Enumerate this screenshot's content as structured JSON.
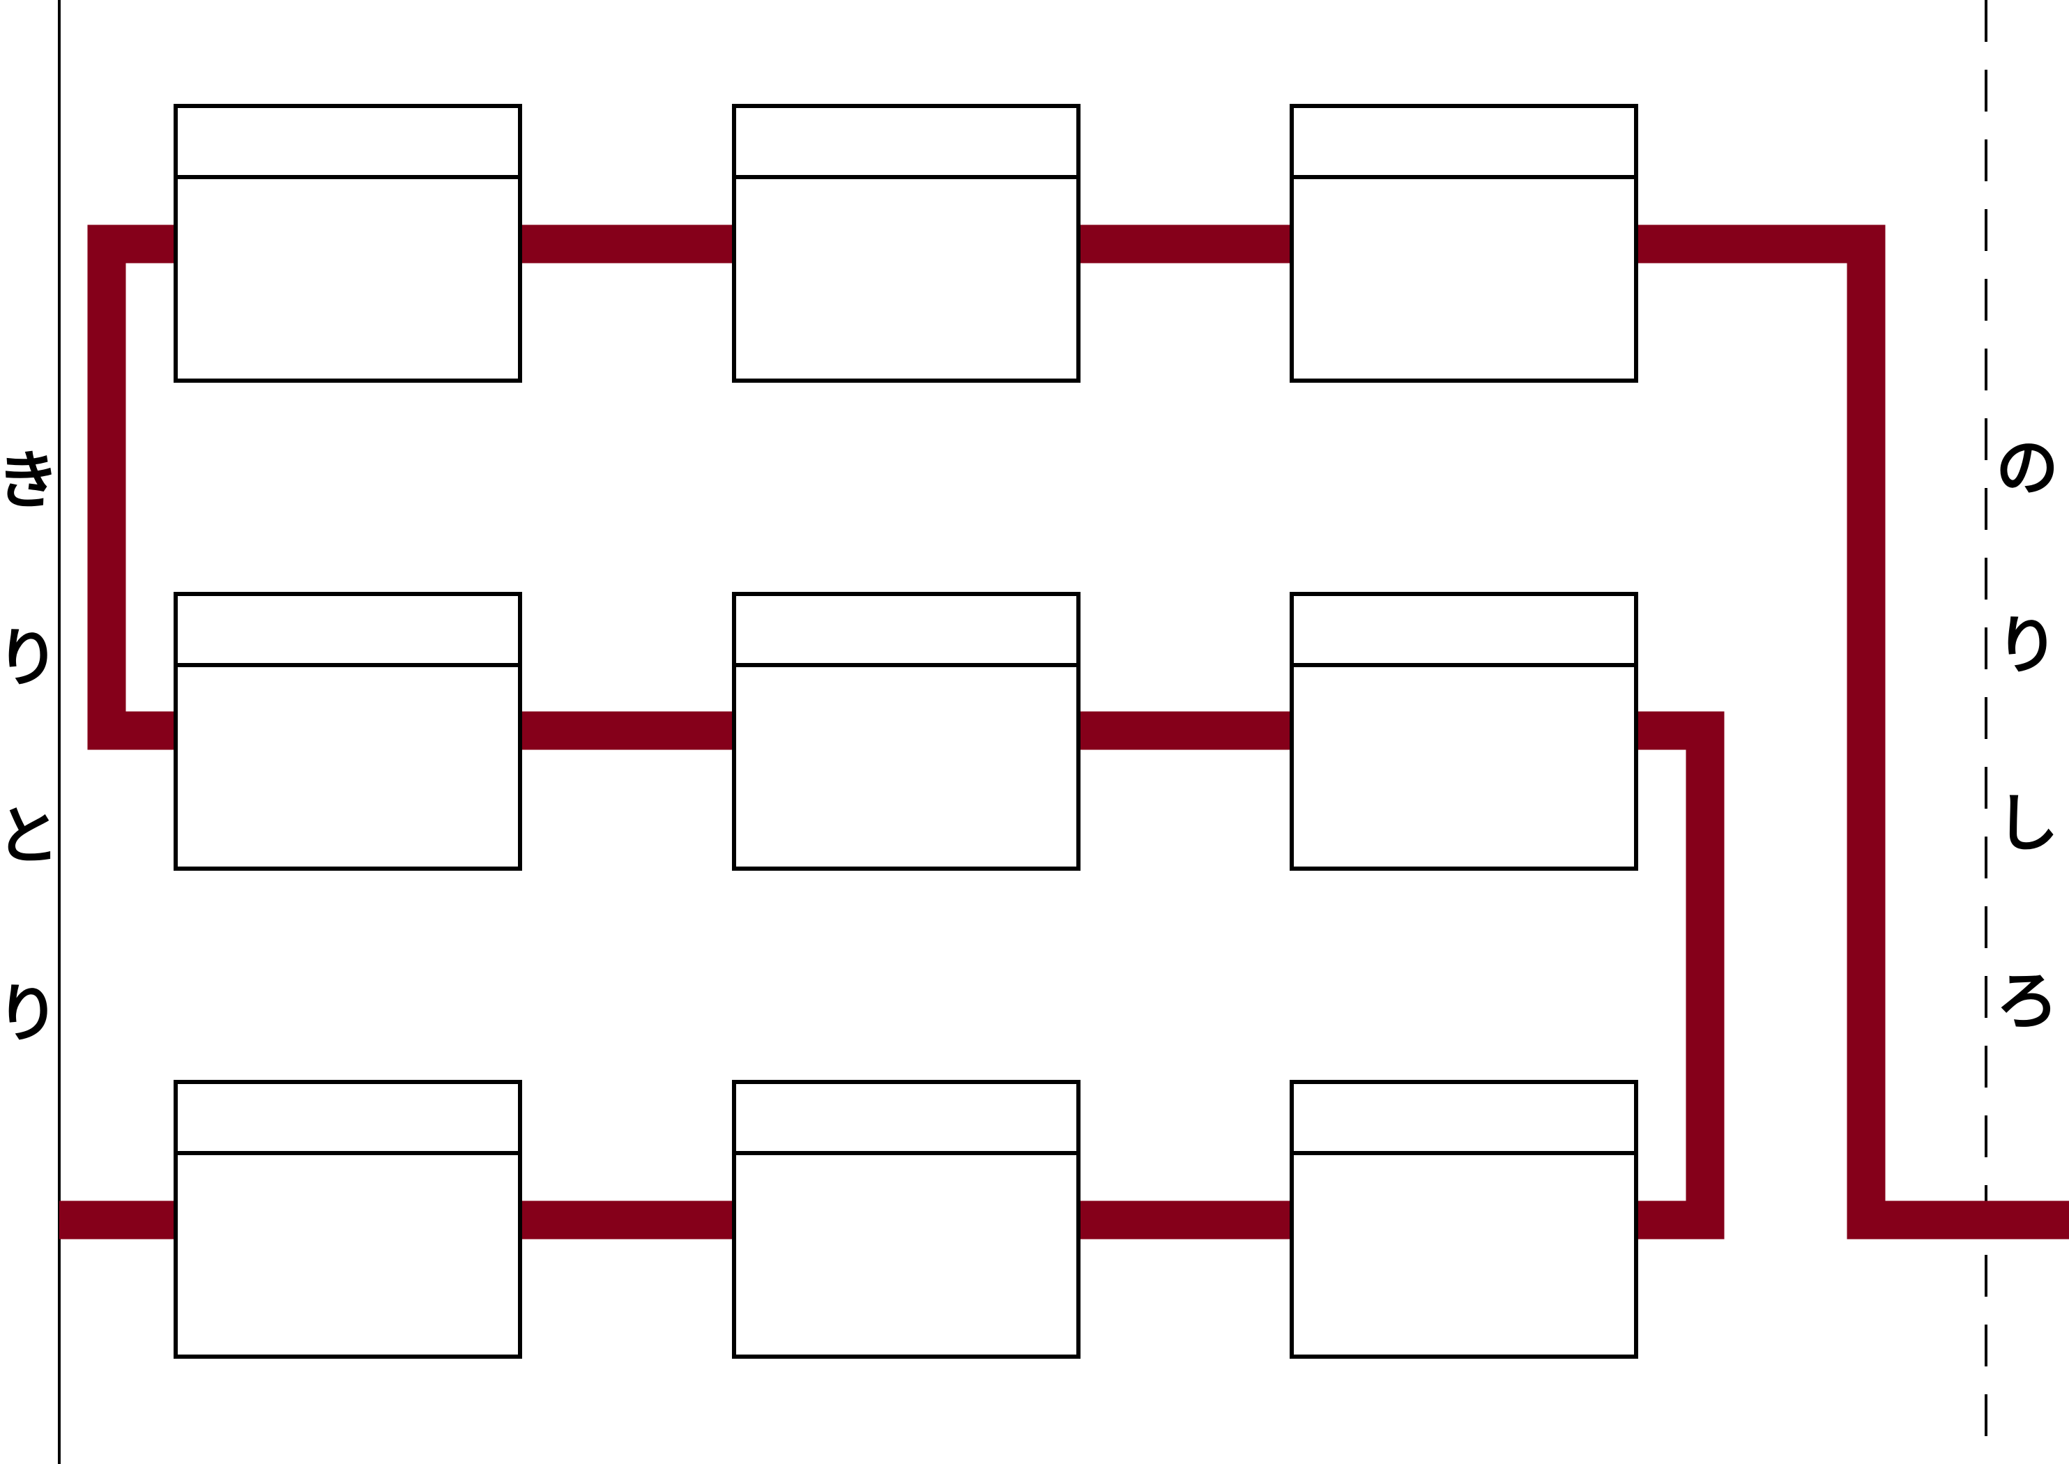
{
  "labels": {
    "left": [
      "き",
      "り",
      "と",
      "り"
    ],
    "right": [
      "の",
      "り",
      "し",
      "ろ"
    ]
  },
  "colors": {
    "path": "#85001a",
    "frame_stroke": "#000000",
    "frame_fill": "#ffffff",
    "background": "#ffffff"
  },
  "frames": {
    "rows": 3,
    "columns": 3
  }
}
